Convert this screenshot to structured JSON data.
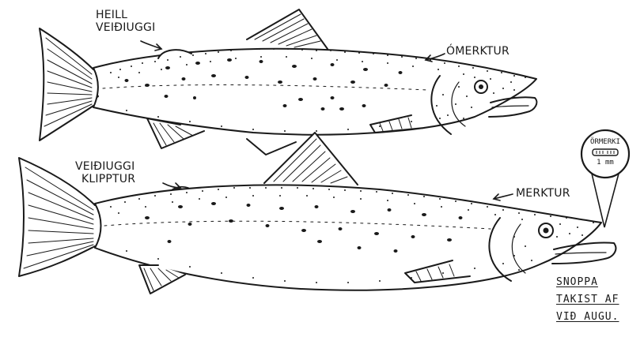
{
  "labels": {
    "intact_fin_line1": "HEILL",
    "intact_fin_line2": "VEIÐIUGGI",
    "unmarked": "ÓMERKTUR",
    "clipped_fin_line1": "VEIÐIUGGI",
    "clipped_fin_line2": "KLIPPTUR",
    "marked": "MERKTUR",
    "tag_name": "ÖRMERKI",
    "tag_size": "1 mm"
  },
  "note": {
    "line1": "SNOPPA",
    "line2": "TAKIST AF",
    "line3": "VIÐ AUGU."
  },
  "icons": [
    "fish-illustration",
    "magnifier-circle",
    "coded-wire-tag"
  ],
  "colors": {
    "ink": "#1a1a1a",
    "paper": "#ffffff"
  }
}
